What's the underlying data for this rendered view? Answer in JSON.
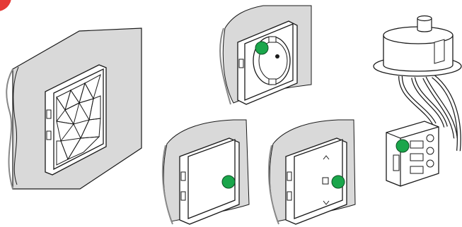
{
  "colors": {
    "wall": "#d9d9d9",
    "wall_edge": "#888888",
    "outline": "#1a1a1a",
    "frame": "#ffffff",
    "badge_red": "#e53935",
    "indicator_green": "#1aa64b",
    "indicator_stroke": "#0d4f24"
  },
  "items": [
    {
      "name": "sensor-unit",
      "icon": "triangulated-sensor-face"
    },
    {
      "name": "power-socket",
      "icon": "socket-with-led"
    },
    {
      "name": "single-rocker-switch",
      "icon": "switch-with-led"
    },
    {
      "name": "blind-switch",
      "icon": "up-down-switch-with-led"
    },
    {
      "name": "flush-box-actuator",
      "icon": "relay-module-with-led"
    }
  ],
  "arrows": {
    "up": "^",
    "down": "v"
  }
}
